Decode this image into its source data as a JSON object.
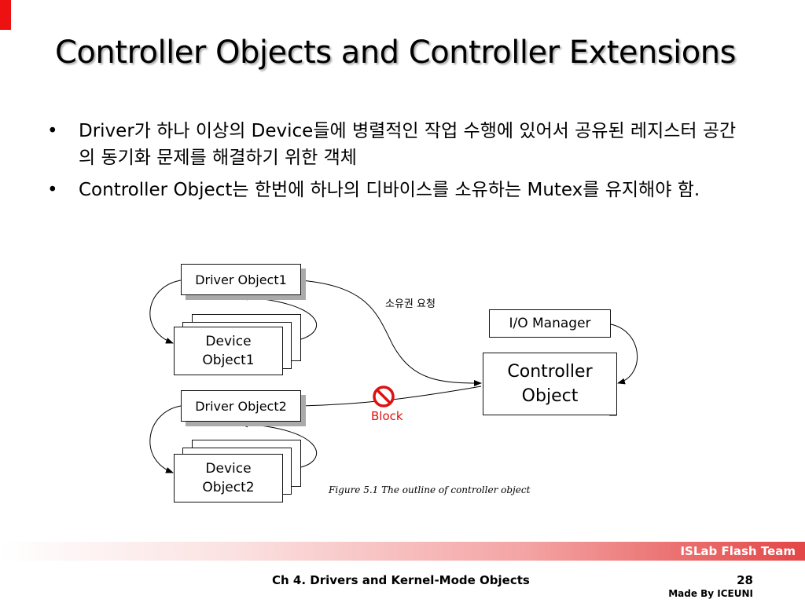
{
  "slide": {
    "title": "Controller Objects and Controller Extensions",
    "bullets": [
      {
        "marker": "•",
        "text": "Driver가 하나 이상의 Device들에 병렬적인 작업 수행에 있어서 공유된 레지스터 공간의 동기화 문제를 해결하기 위한 객체"
      },
      {
        "marker": "•",
        "text": "Controller Object는 한번에 하나의 디바이스를 소유하는 Mutex를 유지해야 함."
      }
    ]
  },
  "diagram": {
    "driver1": "Driver Object1",
    "driver2": "Driver Object2",
    "device1": {
      "line1": "Device",
      "line2": "Object1"
    },
    "device2": {
      "line1": "Device",
      "line2": "Object2"
    },
    "io_manager": "I/O Manager",
    "controller": {
      "line1": "Controller",
      "line2": "Object"
    },
    "request_label": "소유권 요청",
    "block_label": "Block",
    "block_icon": "prohibited-icon",
    "block_color": "#dd1111",
    "caption": "Figure 5.1 The outline of controller object"
  },
  "footer": {
    "team": "ISLab Flash Team",
    "chapter": "Ch 4. Drivers and Kernel-Mode Objects",
    "page": "28",
    "made_by": "Made By ICEUNI"
  },
  "colors": {
    "accent": "#ee1111",
    "footer_gradient_end": "#e34646"
  }
}
